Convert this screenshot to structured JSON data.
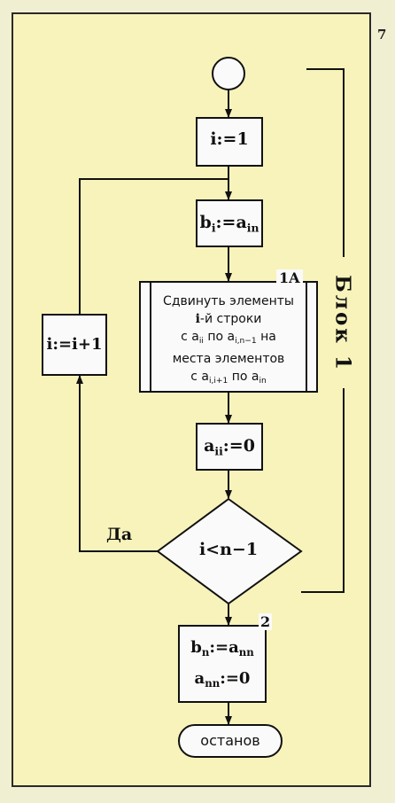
{
  "page_number": "7",
  "block_label": "Блок 1",
  "nodes": {
    "init": "i:=1",
    "assign_b": {
      "base": "b",
      "sub": "i",
      "op": ":=a",
      "sub2": "in"
    },
    "shift": {
      "number": "1A",
      "line1": "Сдвинуть элементы",
      "line2_var": "i",
      "line2_rest": "-й строки",
      "line3": {
        "pre": "с a",
        "sub1": "ii",
        "mid": " по a",
        "sub2": "i,n−1",
        "post": " на"
      },
      "line4": "места элементов",
      "line5": {
        "pre": "с a",
        "sub1": "i,i+1",
        "mid": " по a",
        "sub2": "in"
      }
    },
    "zero": {
      "base": "a",
      "sub": "ii",
      "op": ":=0"
    },
    "decision": "i<n−1",
    "yes_label": "Да",
    "increment": "i:=i+1",
    "final": {
      "number": "2",
      "line1": {
        "base": "b",
        "sub": "n",
        "op": ":=a",
        "sub2": "nn"
      },
      "line2": {
        "base": "a",
        "sub": "nn",
        "op": ":=0"
      }
    },
    "stop": "останов"
  }
}
